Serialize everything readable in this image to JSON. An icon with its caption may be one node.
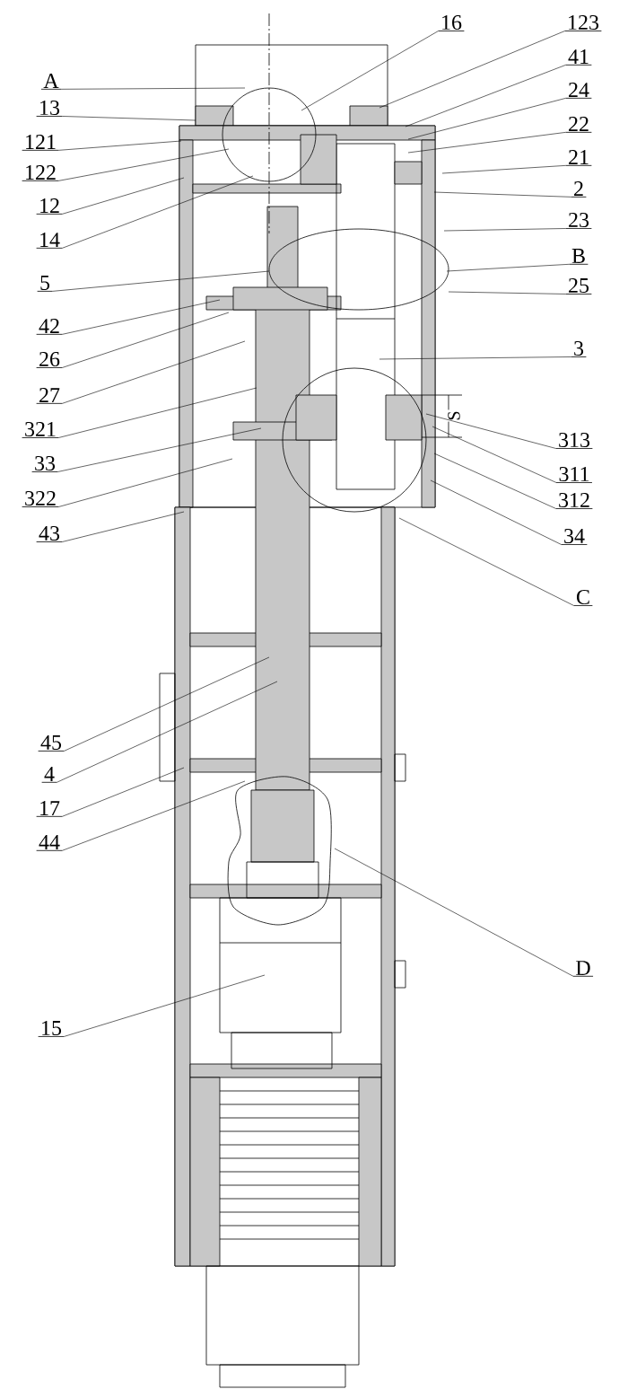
{
  "diagram": {
    "nodes": [
      {
        "text": [
          "16"
        ]
      },
      {
        "text": [
          "123"
        ]
      },
      {
        "text": [
          "41"
        ]
      },
      {
        "text": [
          "A"
        ]
      },
      {
        "text": [
          "24"
        ]
      },
      {
        "text": [
          "13"
        ]
      },
      {
        "text": [
          "22"
        ]
      },
      {
        "text": [
          "121"
        ]
      },
      {
        "text": [
          "21"
        ]
      },
      {
        "text": [
          "122"
        ]
      },
      {
        "text": [
          "2"
        ]
      },
      {
        "text": [
          "12"
        ]
      },
      {
        "text": [
          "23"
        ]
      },
      {
        "text": [
          "14"
        ]
      },
      {
        "text": [
          "B"
        ]
      },
      {
        "text": [
          "5"
        ]
      },
      {
        "text": [
          "25"
        ]
      },
      {
        "text": [
          "42"
        ]
      },
      {
        "text": [
          "3"
        ]
      },
      {
        "text": [
          "26"
        ]
      },
      {
        "text": [
          "27"
        ]
      },
      {
        "text": [
          "321"
        ]
      },
      {
        "text": [
          "313"
        ]
      },
      {
        "text": [
          "33"
        ]
      },
      {
        "text": [
          "311"
        ]
      },
      {
        "text": [
          "322"
        ]
      },
      {
        "text": [
          "312"
        ]
      },
      {
        "text": [
          "43"
        ]
      },
      {
        "text": [
          "34"
        ]
      },
      {
        "text": [
          "C"
        ]
      },
      {
        "text": [
          "45"
        ]
      },
      {
        "text": [
          "4"
        ]
      },
      {
        "text": [
          "17"
        ]
      },
      {
        "text": [
          "44"
        ]
      },
      {
        "text": [
          "D"
        ]
      },
      {
        "text": [
          "15"
        ]
      }
    ],
    "edges": [
      {
        "from": 0,
        "to": null,
        "arrow": "none"
      },
      {
        "from": 1,
        "to": null,
        "arrow": "none"
      },
      {
        "from": 2,
        "to": null,
        "arrow": "none"
      },
      {
        "from": 3,
        "to": null,
        "arrow": "none"
      },
      {
        "from": 4,
        "to": null,
        "arrow": "none"
      },
      {
        "from": 5,
        "to": null,
        "arrow": "none"
      },
      {
        "from": 6,
        "to": null,
        "arrow": "none"
      },
      {
        "from": 7,
        "to": null,
        "arrow": "none"
      },
      {
        "from": 8,
        "to": null,
        "arrow": "none"
      },
      {
        "from": 9,
        "to": null,
        "arrow": "none"
      },
      {
        "from": 10,
        "to": null,
        "arrow": "none"
      },
      {
        "from": 11,
        "to": null,
        "arrow": "none"
      },
      {
        "from": 12,
        "to": null,
        "arrow": "none"
      },
      {
        "from": 13,
        "to": null,
        "arrow": "none"
      },
      {
        "from": 14,
        "to": null,
        "arrow": "none"
      },
      {
        "from": 15,
        "to": null,
        "arrow": "none"
      },
      {
        "from": 16,
        "to": null,
        "arrow": "none"
      },
      {
        "from": 17,
        "to": null,
        "arrow": "none"
      },
      {
        "from": 18,
        "to": null,
        "arrow": "none"
      },
      {
        "from": 19,
        "to": null,
        "arrow": "none"
      },
      {
        "from": 20,
        "to": null,
        "arrow": "none"
      },
      {
        "from": 21,
        "to": null,
        "arrow": "none"
      },
      {
        "from": 22,
        "to": null,
        "arrow": "none"
      },
      {
        "from": 23,
        "to": null,
        "arrow": "none"
      },
      {
        "from": 24,
        "to": null,
        "arrow": "none"
      },
      {
        "from": 25,
        "to": null,
        "arrow": "none"
      },
      {
        "from": 26,
        "to": null,
        "arrow": "none"
      },
      {
        "from": 27,
        "to": null,
        "arrow": "none"
      },
      {
        "from": 28,
        "to": null,
        "arrow": "none"
      },
      {
        "from": 29,
        "to": null,
        "arrow": "none"
      },
      {
        "from": 30,
        "to": null,
        "arrow": "none"
      },
      {
        "from": 31,
        "to": null,
        "arrow": "none"
      },
      {
        "from": 32,
        "to": null,
        "arrow": "none"
      },
      {
        "from": 33,
        "to": null,
        "arrow": "none"
      },
      {
        "from": 34,
        "to": null,
        "arrow": "none"
      },
      {
        "from": 35,
        "to": null,
        "arrow": "none"
      }
    ],
    "labels": [
      "S"
    ]
  }
}
